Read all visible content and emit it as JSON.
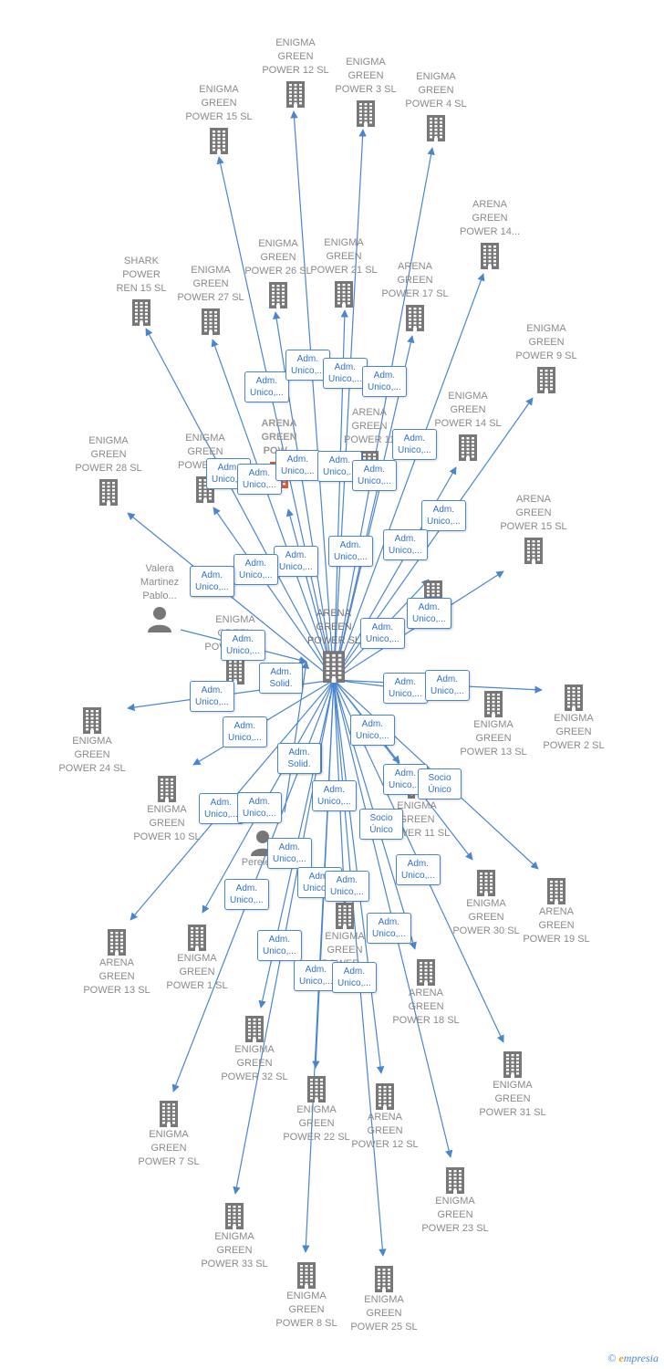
{
  "center": "ARENA\nGREEN\nPOWER  SL",
  "nodes": [
    {
      "id": "eg12",
      "label": "ENIGMA\nGREEN\nPOWER 12  SL"
    },
    {
      "id": "eg3",
      "label": "ENIGMA\nGREEN\nPOWER 3  SL"
    },
    {
      "id": "eg4",
      "label": "ENIGMA\nGREEN\nPOWER 4  SL"
    },
    {
      "id": "eg15",
      "label": "ENIGMA\nGREEN\nPOWER 15  SL"
    },
    {
      "id": "ag14",
      "label": "ARENA\nGREEN\nPOWER 14..."
    },
    {
      "id": "sp15",
      "label": "SHARK\nPOWER\nREN 15  SL"
    },
    {
      "id": "eg27",
      "label": "ENIGMA\nGREEN\nPOWER 27  SL"
    },
    {
      "id": "eg26",
      "label": "ENIGMA\nGREEN\nPOWER 26  SL"
    },
    {
      "id": "eg21",
      "label": "ENIGMA\nGREEN\nPOWER 21  SL"
    },
    {
      "id": "ag17",
      "label": "ARENA\nGREEN\nPOWER 17  SL"
    },
    {
      "id": "eg9",
      "label": "ENIGMA\nGREEN\nPOWER 9  SL"
    },
    {
      "id": "eg14",
      "label": "ENIGMA\nGREEN\nPOWER 14  SL"
    },
    {
      "id": "eg28",
      "label": "ENIGMA\nGREEN\nPOWER 28  SL"
    },
    {
      "id": "eg20",
      "label": "ENIGMA\nGREEN\nPOWER 2..."
    },
    {
      "id": "agf",
      "label": "ARENA\nGREEN\nPOW..."
    },
    {
      "id": "ag11",
      "label": "ARENA\nGREEN\nPOWER 11"
    },
    {
      "id": "ag15",
      "label": "ARENA\nGREEN\nPOWER 15  SL"
    },
    {
      "id": "ag16",
      "label": "ARENA\nGREEN\nPOWER 16  SL"
    },
    {
      "id": "vmp",
      "label": "Valera\nMartinez\nPablo..."
    },
    {
      "id": "eg5",
      "label": "ENIGMA\nGREEN\nPOWER 5  SL"
    },
    {
      "id": "eg13",
      "label": "ENIGMA\nGREEN\nPOWER 13  SL"
    },
    {
      "id": "eg2",
      "label": "ENIGMA\nGREEN\nPOWER 2  SL"
    },
    {
      "id": "eg24",
      "label": "ENIGMA\nGREEN\nPOWER 24  SL"
    },
    {
      "id": "eg10",
      "label": "ENIGMA\nGREEN\nPOWER 10  SL"
    },
    {
      "id": "eg11",
      "label": "ENIGMA\nGREEN\nPOWER 11  SL"
    },
    {
      "id": "per",
      "label": "Pereles..."
    },
    {
      "id": "eg30",
      "label": "ENIGMA\nGREEN\nPOWER 30  SL"
    },
    {
      "id": "ag19",
      "label": "ARENA\nGREEN\nPOWER 19  SL"
    },
    {
      "id": "ag13",
      "label": "ARENA\nGREEN\nPOWER 13  SL"
    },
    {
      "id": "eg1",
      "label": "ENIGMA\nGREEN\nPOWER 1  SL"
    },
    {
      "id": "ag18",
      "label": "ARENA\nGREEN\nPOWER 18  SL"
    },
    {
      "id": "egx",
      "label": "ENIGMA\nGREEN\nPOWER..."
    },
    {
      "id": "eg32",
      "label": "ENIGMA\nGREEN\nPOWER 32  SL"
    },
    {
      "id": "eg31",
      "label": "ENIGMA\nGREEN\nPOWER 31  SL"
    },
    {
      "id": "eg22",
      "label": "ENIGMA\nGREEN\nPOWER 22  SL"
    },
    {
      "id": "ag12",
      "label": "ARENA\nGREEN\nPOWER 12  SL"
    },
    {
      "id": "eg7",
      "label": "ENIGMA\nGREEN\nPOWER 7  SL"
    },
    {
      "id": "eg23",
      "label": "ENIGMA\nGREEN\nPOWER 23  SL"
    },
    {
      "id": "eg33",
      "label": "ENIGMA\nGREEN\nPOWER 33  SL"
    },
    {
      "id": "eg8",
      "label": "ENIGMA\nGREEN\nPOWER 8  SL"
    },
    {
      "id": "eg25",
      "label": "ENIGMA\nGREEN\nPOWER 25  SL"
    }
  ],
  "relations": [
    "Adm.\nUnico,...",
    "Adm.\nUnico,...",
    "Adm.\nUnico,...",
    "Adm.\nUnico,...",
    "Adm.\nUnico,...",
    "Adm.\nUnico,...",
    "Adm.\nUnico,...",
    "Adm.\nUnico,...",
    "Adm.\nUnico,...",
    "Adm.\nUnico,...",
    "Adm.\nUnico,...",
    "Adm.\nUnico,...",
    "Adm.\nUnico,...",
    "Adm.\nUnico,...",
    "Adm.\nUnico,...",
    "Adm.\nUnico,...",
    "Adm.\nUnico,...",
    "Adm.\nUnico,...",
    "Adm.\nUnico,...",
    "Adm.\nSolid.",
    "Adm.\nUnico,...",
    "Adm.\nUnico,...",
    "Adm.\nUnico,...",
    "Adm.\nUnico,...",
    "Adm.\nUnico,...",
    "Adm.\nUnico,...",
    "Adm.\nSolid.",
    "Adm.\nUnico,...",
    "Socio\nÚnico",
    "Adm.\nUnico,...",
    "Adm.\nUnico,...",
    "Adm.\nUnico,...",
    "Socio\nÚnico",
    "Adm.\nUnico,...",
    "Adm.\nUnico,...",
    "Adm.\nUnico,...",
    "Adm.\nUnico,...",
    "Adm.\nUnico,...",
    "Adm.\nUnico,...",
    "Adm.\nUnico,...",
    "Adm.\nUnico,...",
    "Adm.\nUnico,...",
    "Adm.\nUnico,...",
    "Adm.\nUnico,..."
  ],
  "brand": {
    "copyright": "©",
    "initial": "e",
    "rest": "mpresia"
  },
  "colors": {
    "edge": "#4a86d0",
    "icon": "#777777",
    "focus": "#e8542b"
  }
}
